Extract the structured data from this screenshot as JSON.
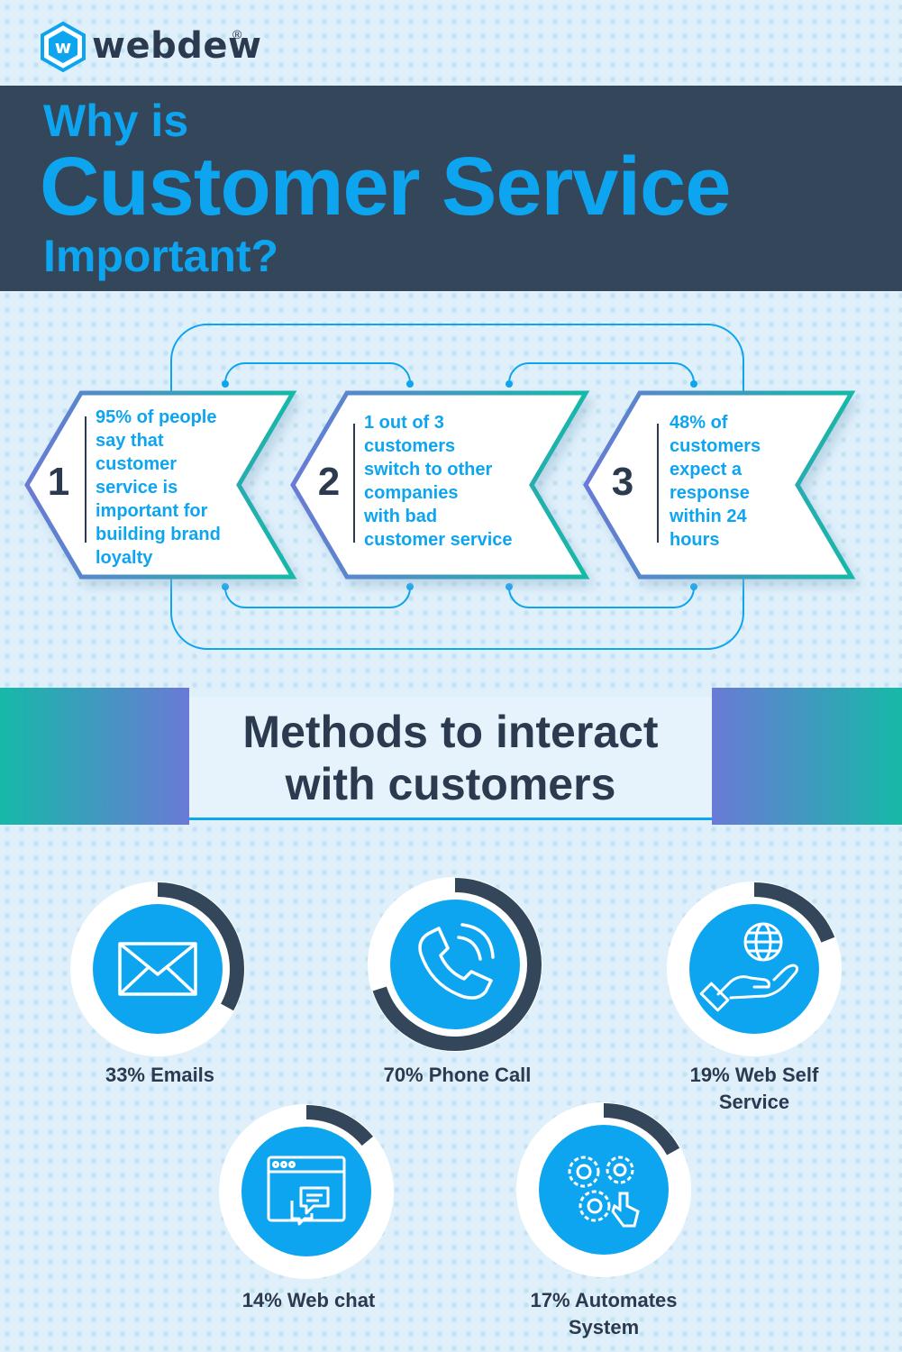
{
  "brand": {
    "name": "webdew",
    "reg": "®",
    "mark_letter": "w"
  },
  "header": {
    "line1": "Why is",
    "line2": "Customer Service",
    "line3": "Important?"
  },
  "stats": [
    {
      "num": "1",
      "text": [
        "95% of people",
        "say that",
        "customer",
        "service is",
        "important for",
        "building brand",
        "loyalty"
      ]
    },
    {
      "num": "2",
      "text": [
        "1 out of 3",
        "customers",
        "switch to other",
        "companies",
        "with bad",
        "customer service"
      ]
    },
    {
      "num": "3",
      "text": [
        "48% of",
        "customers",
        "expect a",
        "response",
        "within 24",
        "hours"
      ]
    }
  ],
  "methods_section": {
    "title_line1": "Methods to interact",
    "title_line2": "with customers"
  },
  "methods": [
    {
      "label_lines": [
        "33% Emails"
      ],
      "percent": 33,
      "icon": "envelope-icon"
    },
    {
      "label_lines": [
        "70% Phone Call"
      ],
      "percent": 70,
      "icon": "phone-icon"
    },
    {
      "label_lines": [
        "19% Web Self",
        "Service"
      ],
      "percent": 19,
      "icon": "globe-hand-icon"
    },
    {
      "label_lines": [
        "14% Web chat"
      ],
      "percent": 14,
      "icon": "browser-chat-icon"
    },
    {
      "label_lines": [
        "17% Automates",
        "System"
      ],
      "percent": 17,
      "icon": "gears-icon"
    }
  ],
  "colors": {
    "accent": "#0ea5f0",
    "dark": "#33465a",
    "teal": "#16b9a7",
    "purple": "#6a7ad6",
    "ring_track": "#ffffff",
    "ring_fill": "#33465a"
  }
}
